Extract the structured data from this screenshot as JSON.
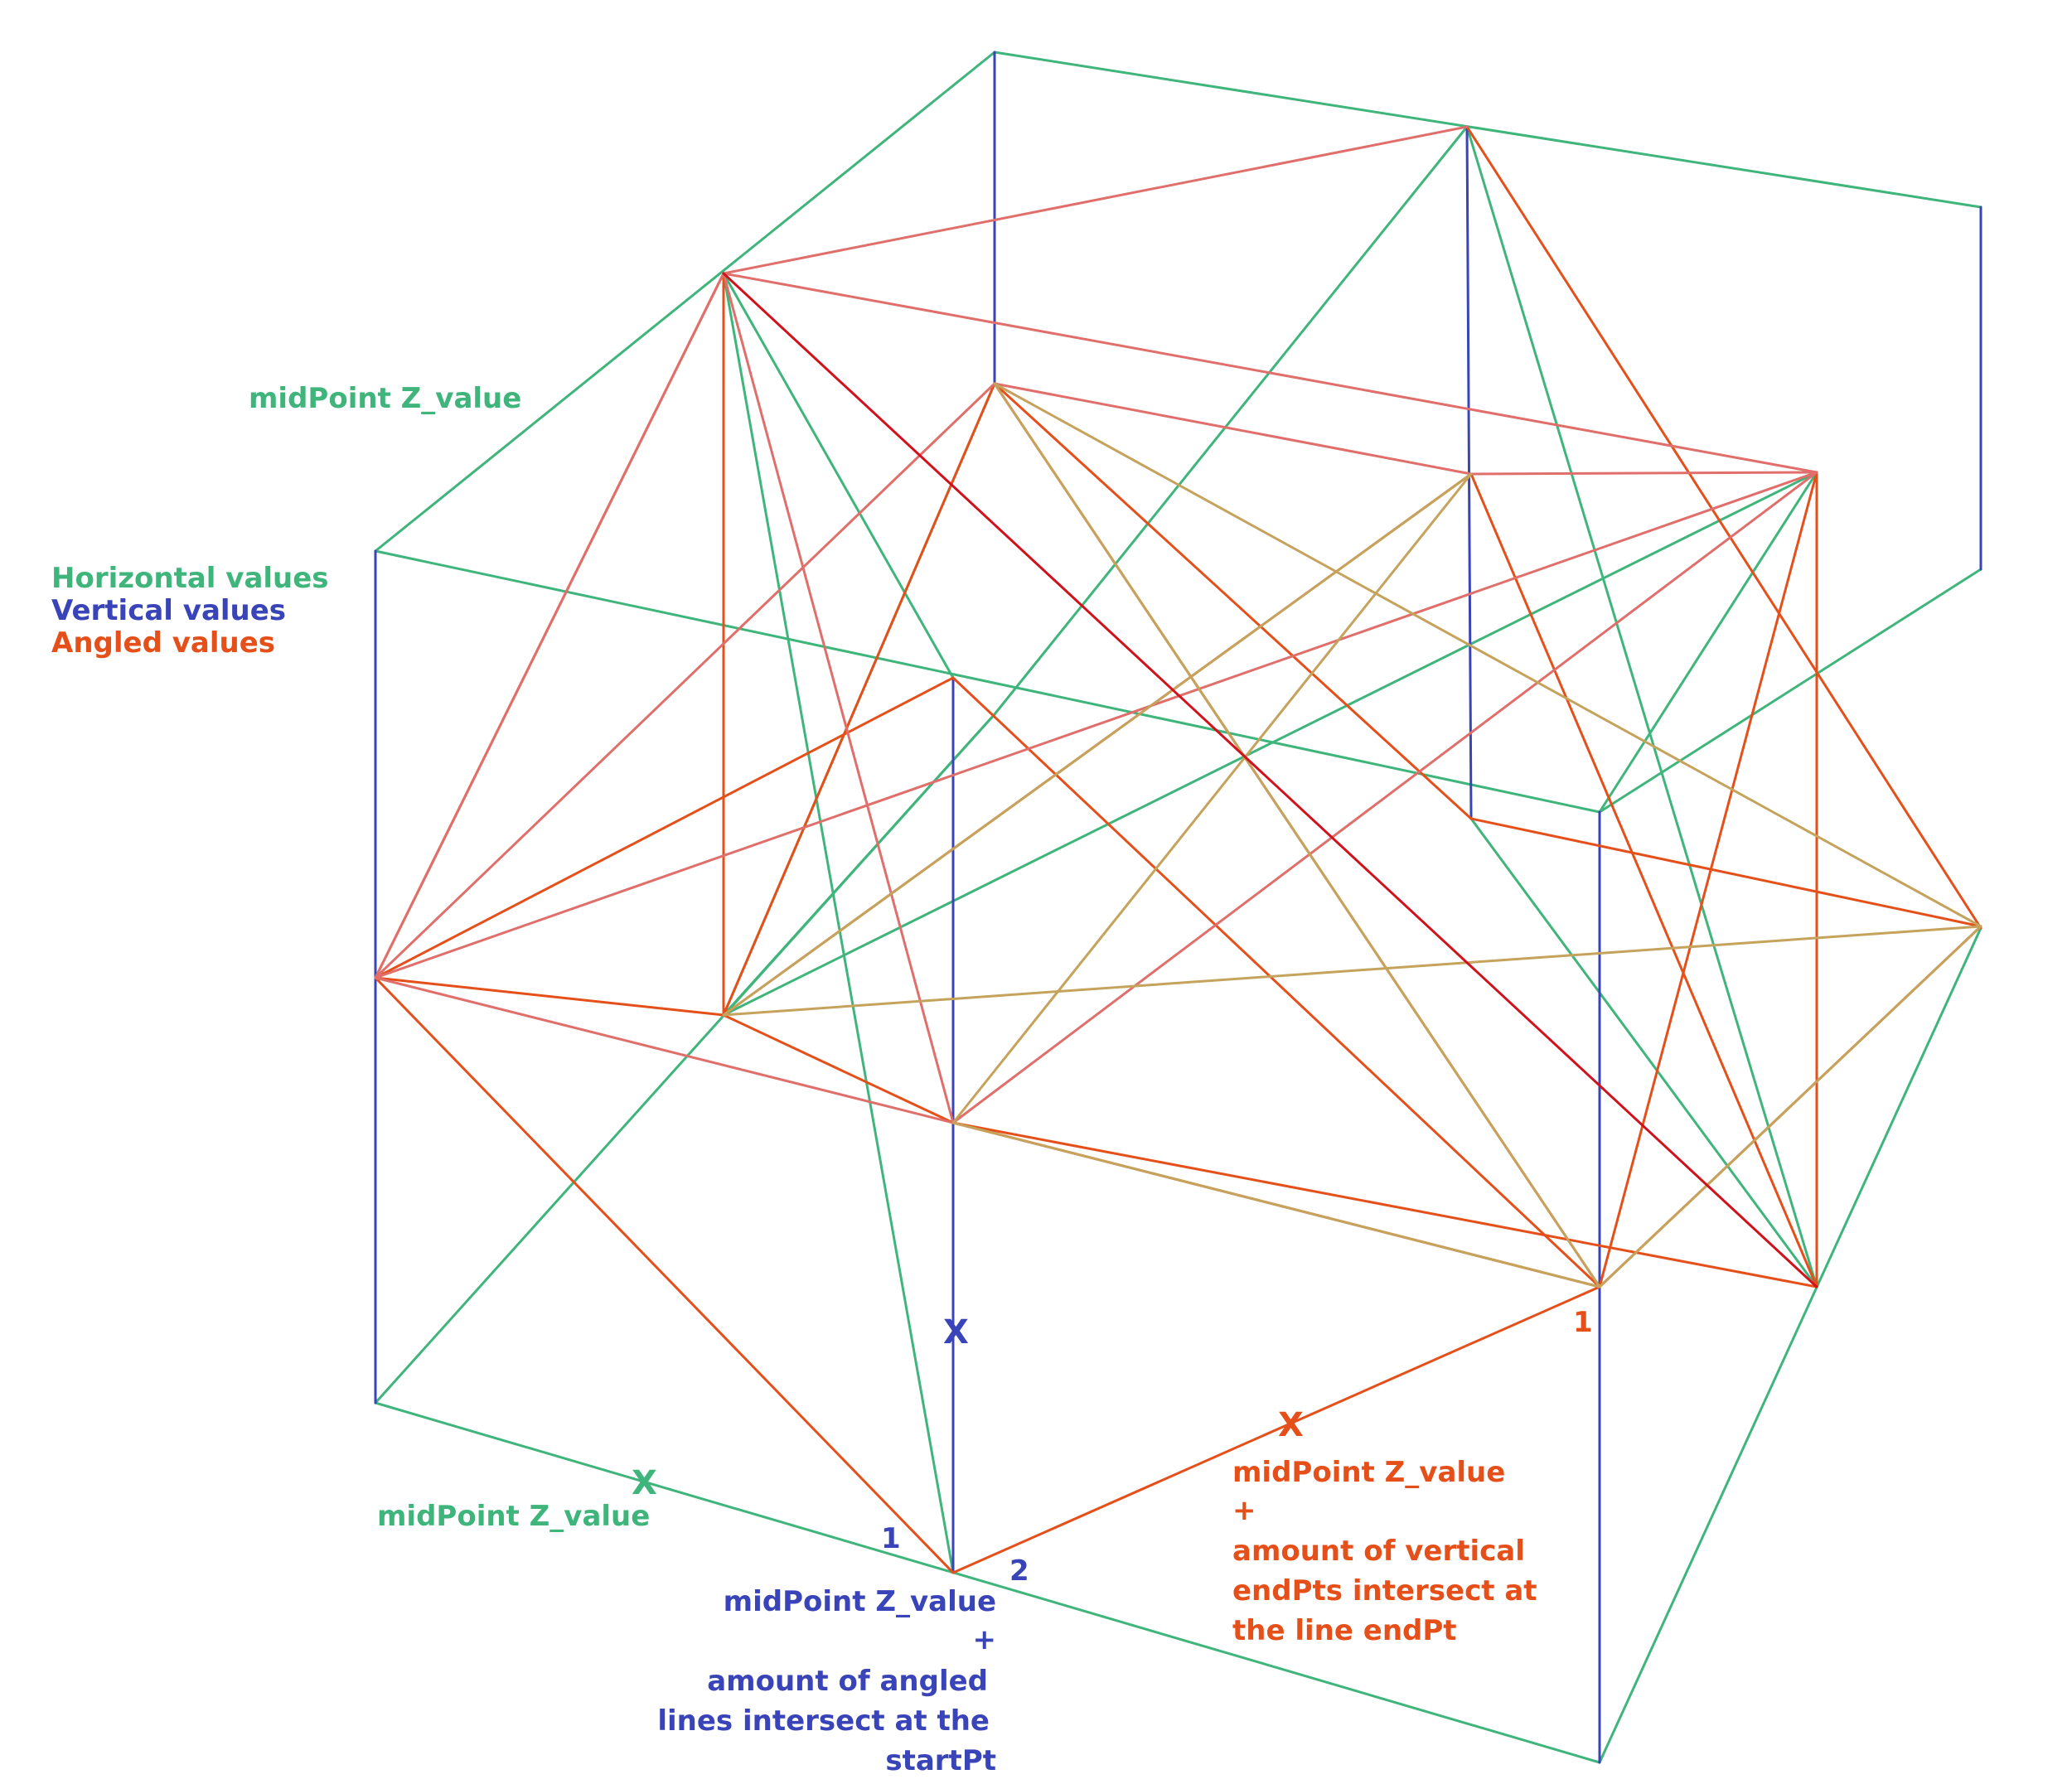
{
  "colors": {
    "horizontal": "#3fb57c",
    "vertical": "#3944b8",
    "angled": "#e5501a",
    "pink": "#e06f6c",
    "tan": "#c5a35c",
    "red": "#d0121c"
  },
  "legend": {
    "horizontal": "Horizontal values",
    "vertical": "Vertical values",
    "angled": "Angled values"
  },
  "labels": {
    "top_green": "midPoint Z_value",
    "bottom_green_mark": "X",
    "bottom_green": "midPoint Z_value",
    "blue_mark": "X",
    "blue_num_1": "1",
    "blue_num_2": "2",
    "blue_line1": "midPoint Z_value",
    "blue_plus": "+",
    "blue_line2": "amount of angled",
    "blue_line3": "lines intersect at the",
    "blue_line4": "startPt",
    "orange_num_1": "1",
    "orange_mark": "X",
    "orange_line1": "midPoint Z_value",
    "orange_plus": "+",
    "orange_line2": "amount of vertical",
    "orange_line3": "endPts intersect at",
    "orange_line4": "the line endPt"
  }
}
